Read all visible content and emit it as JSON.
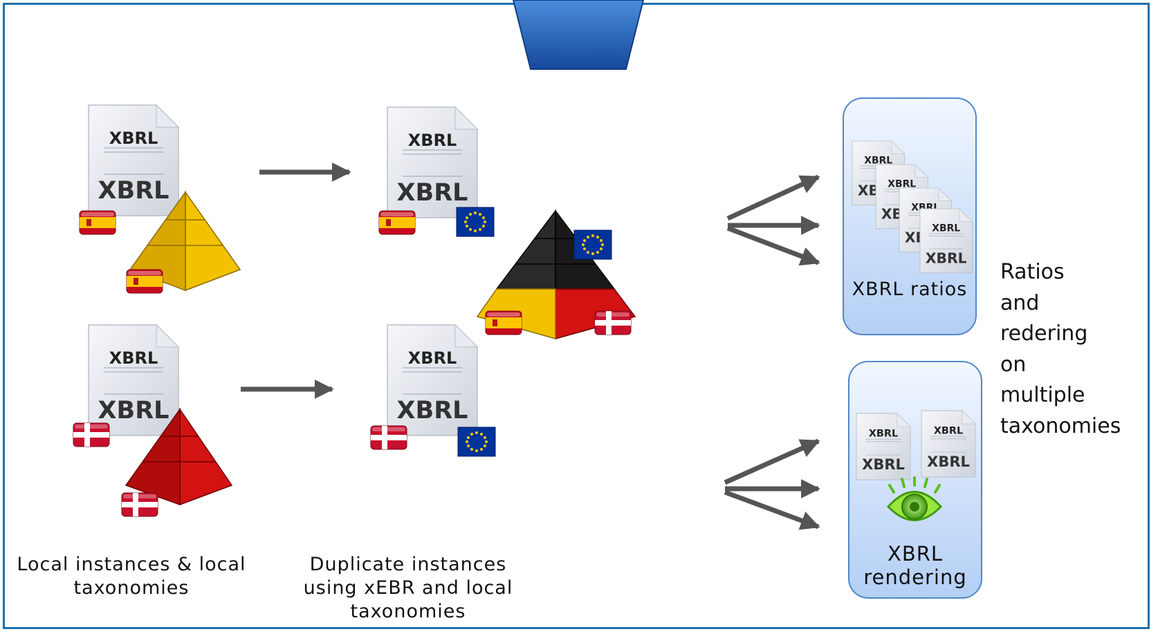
{
  "doc_logo_text": "XBRL",
  "doc_label_text": "XBRL",
  "labels": {
    "local": [
      "Local instances & local",
      "taxonomies"
    ],
    "duplicate": [
      "Duplicate instances",
      "using xEBR and local",
      "taxonomies"
    ],
    "ratios": "XBRL ratios",
    "rendering": [
      "XBRL",
      "rendering"
    ],
    "side": [
      "Ratios",
      "and",
      "redering",
      "on",
      "multiple",
      "taxonomies"
    ]
  },
  "colors": {
    "frame": "#1e6fb0",
    "arrow": "#555555",
    "pyramid_yellow": "#f2c200",
    "pyramid_red": "#d31212",
    "pyramid_black": "#1a1a1a",
    "spain_red": "#c60b1e",
    "spain_yellow": "#ffc400",
    "denmark_red": "#c8102e",
    "eu_blue": "#003399",
    "eu_star": "#ffcc00",
    "panel_fill": "#c9dcf8",
    "eye_green": "#7dd321"
  },
  "icons": [
    "document-xbrl-icon",
    "pyramid-icon",
    "spain-flag-icon",
    "denmark-flag-icon",
    "eu-flag-icon",
    "eye-icon",
    "arrow-icon"
  ]
}
